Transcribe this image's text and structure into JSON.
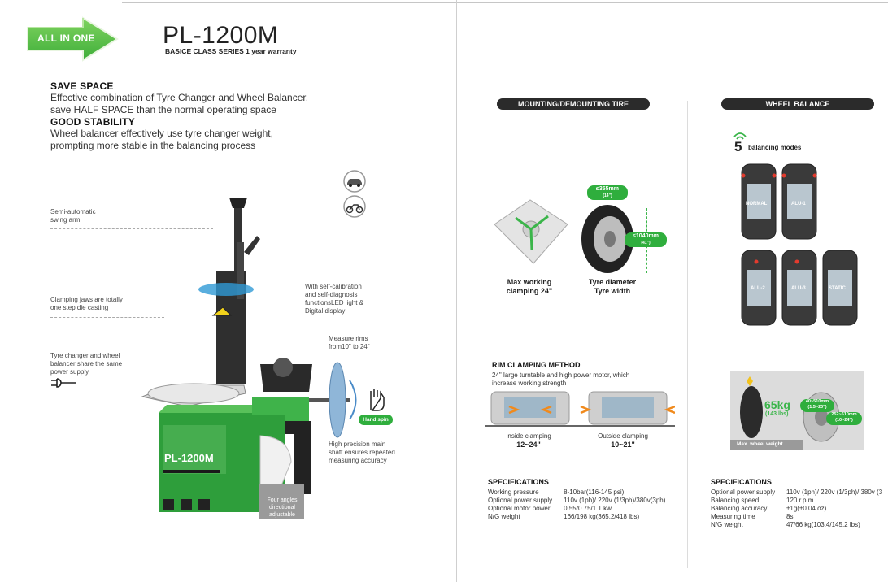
{
  "badge": {
    "label": "ALL IN ONE"
  },
  "header": {
    "model": "PL-1200M",
    "series": "BASICE CLASS SERIES 1 year warranty"
  },
  "features": [
    {
      "heading": "SAVE SPACE",
      "lines": [
        "Effective combination of Tyre Changer and Wheel Balancer,",
        "save HALF SPACE than the normal operating space"
      ]
    },
    {
      "heading": "GOOD STABILITY",
      "lines": [
        "Wheel balancer effectively use tyre changer weight,",
        "prompting more stable in the balancing process"
      ]
    }
  ],
  "callouts": {
    "swing_arm": [
      "Semi-automatic",
      "swing arm"
    ],
    "jaws": [
      "Clamping jaws are totally",
      "one step die casting"
    ],
    "power": [
      "Tyre changer and wheel",
      "balancer share the same",
      "power supply"
    ],
    "calibration": [
      "With self-calibration",
      "and self-diagnosis",
      "functionsLED light &",
      "Digital display"
    ],
    "measure": [
      "Measure rims",
      "from10\" to 24\""
    ],
    "shaft": [
      "High precision main",
      "shaft ensures repeated",
      "measuring accuracy"
    ],
    "hand_spin": "Hand spin",
    "angles": [
      "Four angles",
      "directional",
      "adjustable"
    ]
  },
  "machine": {
    "brand_label": "PL-1200M"
  },
  "mounting": {
    "title": "MOUNTING/DEMOUNTING TIRE",
    "caption_clamp": [
      "Max working",
      "clamping 24\""
    ],
    "caption_tyre": [
      "Tyre diameter",
      "Tyre width"
    ],
    "width_tag": "≤355mm",
    "width_sub": "(14\")",
    "diameter_tag": "≤1040mm",
    "diameter_sub": "(41\")"
  },
  "rim": {
    "title": "RIM CLAMPING METHOD",
    "desc": [
      "24\" large turntable and high power motor, which",
      "increase working strength"
    ],
    "inside_label": "Inside clamping",
    "inside_range": "12~24\"",
    "outside_label": "Outside clamping",
    "outside_range": "10~21\""
  },
  "tc_specs": {
    "title": "SPECIFICATIONS",
    "rows": [
      [
        "Working pressure",
        "8-10bar(116-145 psi)"
      ],
      [
        "Optional power supply",
        "110v (1ph)/ 220v (1/3ph)/380v(3ph)"
      ],
      [
        "Optional motor power",
        "0.55/0.75/1.1 kw"
      ],
      [
        "N/G weight",
        "166/198 kg(365.2/418 lbs)"
      ]
    ]
  },
  "balance": {
    "title": "WHEEL BALANCE",
    "modes_count": "5",
    "modes_label": "balancing modes",
    "modes": [
      "NORMAL",
      "ALU-1",
      "ALU-2",
      "ALU-3",
      "STATIC"
    ],
    "weight": "65kg",
    "weight_lbs": "(143 lbs)",
    "width_tag": "40~510mm",
    "width_sub": "(1.5~20\")",
    "dia_tag": "252~610mm",
    "dia_sub": "(10~24\")",
    "max_wheel": "Max. wheel weight"
  },
  "wb_specs": {
    "title": "SPECIFICATIONS",
    "rows": [
      [
        "Optional power supply",
        "110v (1ph)/ 220v (1/3ph)/ 380v (3"
      ],
      [
        "Balancing speed",
        "120 r.p.m"
      ],
      [
        "Balancing accuracy",
        "±1g(±0.04 oz)"
      ],
      [
        "Measuring time",
        "8s"
      ],
      [
        "N/G weight",
        "47/66 kg(103.4/145.2 lbs)"
      ]
    ]
  },
  "colors": {
    "brand_green": "#3bb54a",
    "dark": "#2b2b2b",
    "machine_green": "#2e9e3b"
  }
}
